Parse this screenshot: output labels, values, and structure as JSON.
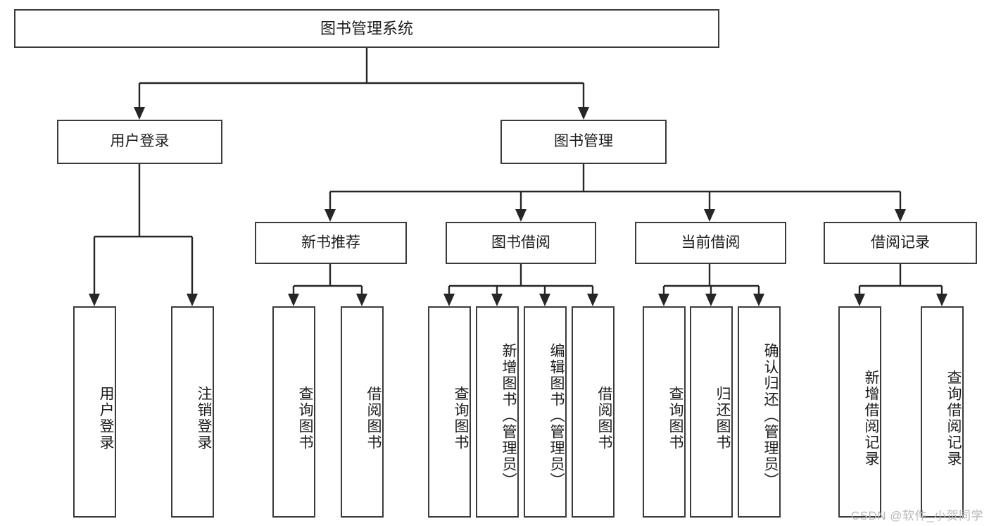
{
  "diagram": {
    "title": "图书管理系统",
    "type": "tree-hierarchy",
    "watermark": "CSDN @软件_小贺同学",
    "accent_color": "#3b3b3b",
    "background_color": "#ffffff",
    "root": {
      "label": "图书管理系统"
    },
    "level2": [
      {
        "label": "用户登录"
      },
      {
        "label": "图书管理"
      }
    ],
    "level3": [
      {
        "label": "新书推荐"
      },
      {
        "label": "图书借阅"
      },
      {
        "label": "当前借阅"
      },
      {
        "label": "借阅记录"
      }
    ],
    "leaves": {
      "user_login": [
        {
          "label": "用户登录"
        },
        {
          "label": "注销登录"
        }
      ],
      "new_book_recommend": [
        {
          "label": "查询图书"
        },
        {
          "label": "借阅图书"
        }
      ],
      "book_borrow": [
        {
          "label": "查询图书"
        },
        {
          "label": "新增图书（管理员）"
        },
        {
          "label": "编辑图书（管理员）"
        },
        {
          "label": "借阅图书"
        }
      ],
      "current_borrow": [
        {
          "label": "查询图书"
        },
        {
          "label": "归还图书"
        },
        {
          "label": "确认归还（管理员）"
        }
      ],
      "borrow_record": [
        {
          "label": "新增借阅记录"
        },
        {
          "label": "查询借阅记录"
        }
      ]
    }
  }
}
